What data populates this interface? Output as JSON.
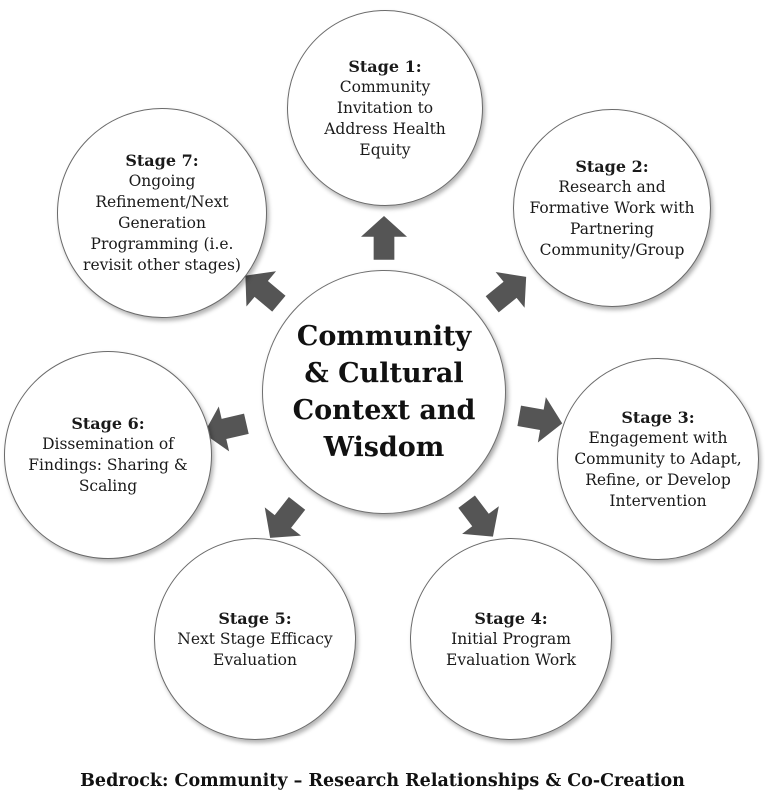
{
  "center": {
    "text": "Community & Cultural Context and Wisdom"
  },
  "stages": [
    {
      "title": "Stage 1:",
      "body": "Community Invitation to Address Health Equity"
    },
    {
      "title": "Stage 2:",
      "body": "Research and Formative Work with Partnering Community/Group"
    },
    {
      "title": "Stage 3:",
      "body": "Engagement with Community to Adapt, Refine, or Develop Intervention"
    },
    {
      "title": "Stage 4:",
      "body": "Initial Program Evaluation Work"
    },
    {
      "title": "Stage 5:",
      "body": "Next Stage Efficacy Evaluation"
    },
    {
      "title": "Stage 6:",
      "body": "Dissemination of Findings: Sharing & Scaling"
    },
    {
      "title": "Stage 7:",
      "body": "Ongoing Refinement/Next Generation Programming (i.e. revisit other stages)"
    }
  ],
  "footer": {
    "bedrock": "Bedrock: Community – Research Relationships & Co-Creation"
  },
  "colors": {
    "arrow": "#555555",
    "circle_border": "#6a6a6a",
    "text": "#1a1a1a"
  }
}
